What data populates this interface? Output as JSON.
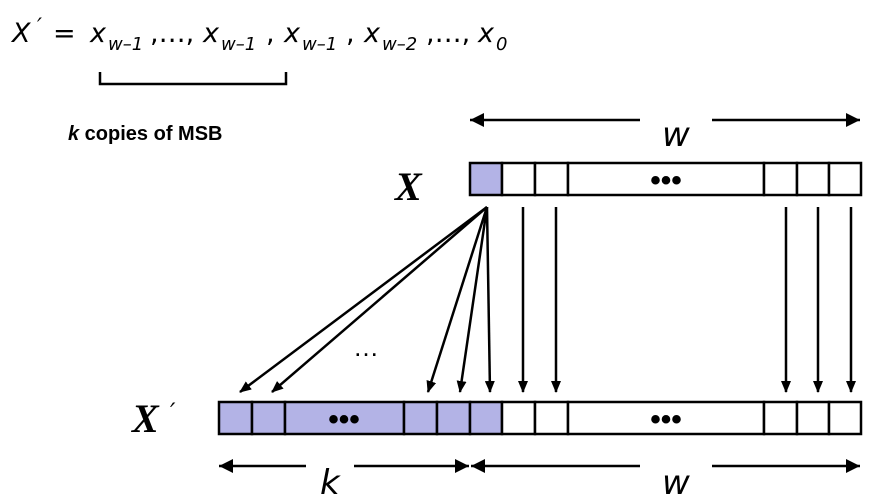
{
  "equation": {
    "lhs": "X",
    "prime": "′",
    "equals": "=",
    "term1_base": "x",
    "term1_sub": "w–1",
    "sep1": ",…,",
    "term2_base": "x",
    "term2_sub": "w–1",
    "sep2": ",",
    "term3_base": "x",
    "term3_sub": "w–1",
    "sep3": ",",
    "term4_base": "x",
    "term4_sub": "w–2",
    "sep4": ",…,",
    "term5_base": "x",
    "term5_sub": "0"
  },
  "brace_caption": {
    "k": "k",
    "rest": " copies of MSB"
  },
  "labels": {
    "x": "X",
    "x_prime": "X",
    "x_prime_mark": "′",
    "w_top": "w",
    "k_bottom": "k",
    "w_bottom": "w",
    "cell_dots": "•••",
    "arrow_ellipsis": "…"
  },
  "colors": {
    "msb_fill": "#b3b3e6",
    "normal_fill": "#ffffff",
    "stroke": "#000000"
  }
}
